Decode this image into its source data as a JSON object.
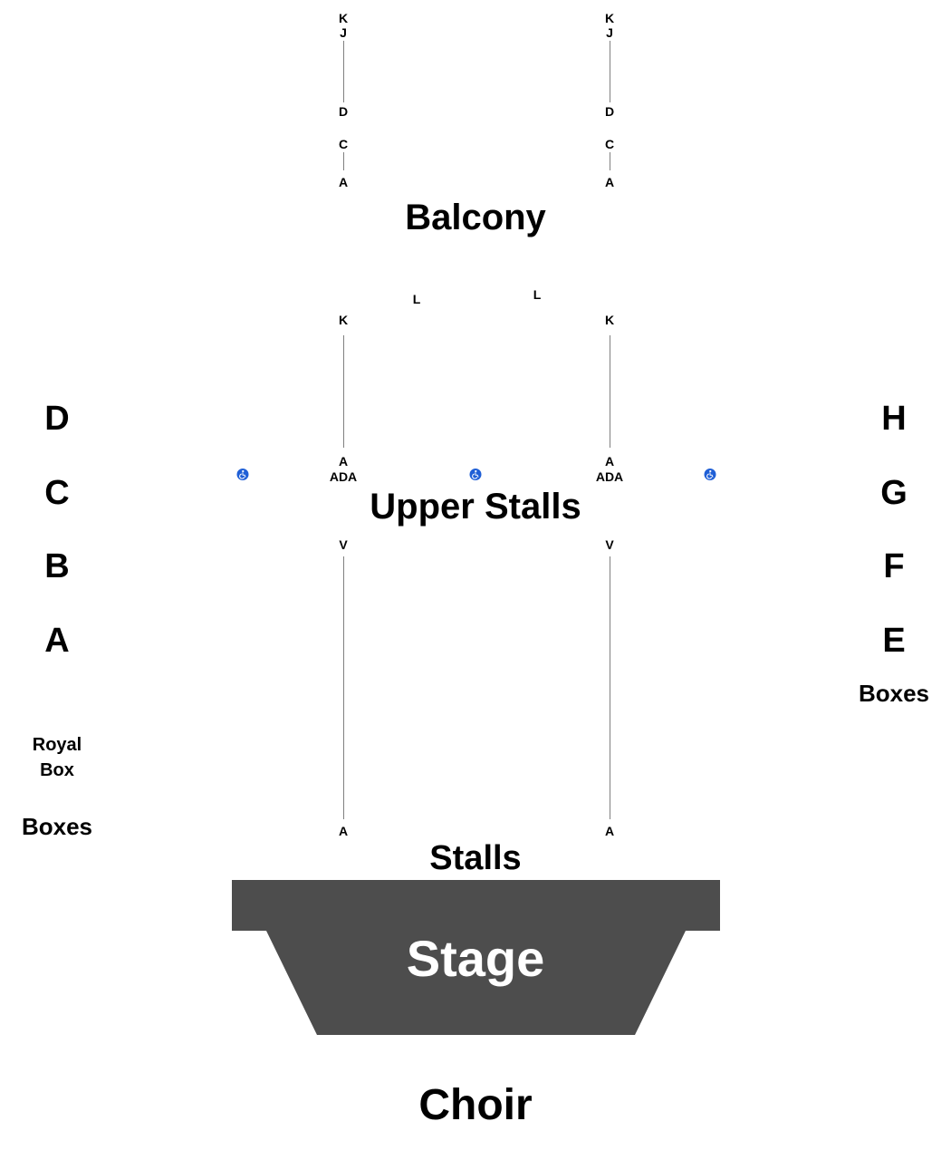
{
  "sections": {
    "balcony": "Balcony",
    "upper_stalls": "Upper Stalls",
    "stalls": "Stalls",
    "stage": "Stage",
    "choir": "Choir"
  },
  "balcony_rows": {
    "k": "K",
    "j": "J",
    "d": "D",
    "c": "C",
    "a": "A"
  },
  "upper_stalls_rows": {
    "l": "L",
    "k": "K",
    "a": "A",
    "ada": "ADA"
  },
  "stalls_rows": {
    "v": "V",
    "a": "A"
  },
  "boxes_left": {
    "d": "D",
    "c": "C",
    "b": "B",
    "a": "A",
    "royal_line1": "Royal",
    "royal_line2": "Box",
    "label": "Boxes"
  },
  "boxes_right": {
    "h": "H",
    "g": "G",
    "f": "F",
    "e": "E",
    "label": "Boxes"
  },
  "icons": {
    "accessible": "wheelchair-icon"
  },
  "colors": {
    "stage_fill": "#4d4d4d",
    "accessible_blue": "#1f5fd6",
    "row_line": "#808080"
  }
}
